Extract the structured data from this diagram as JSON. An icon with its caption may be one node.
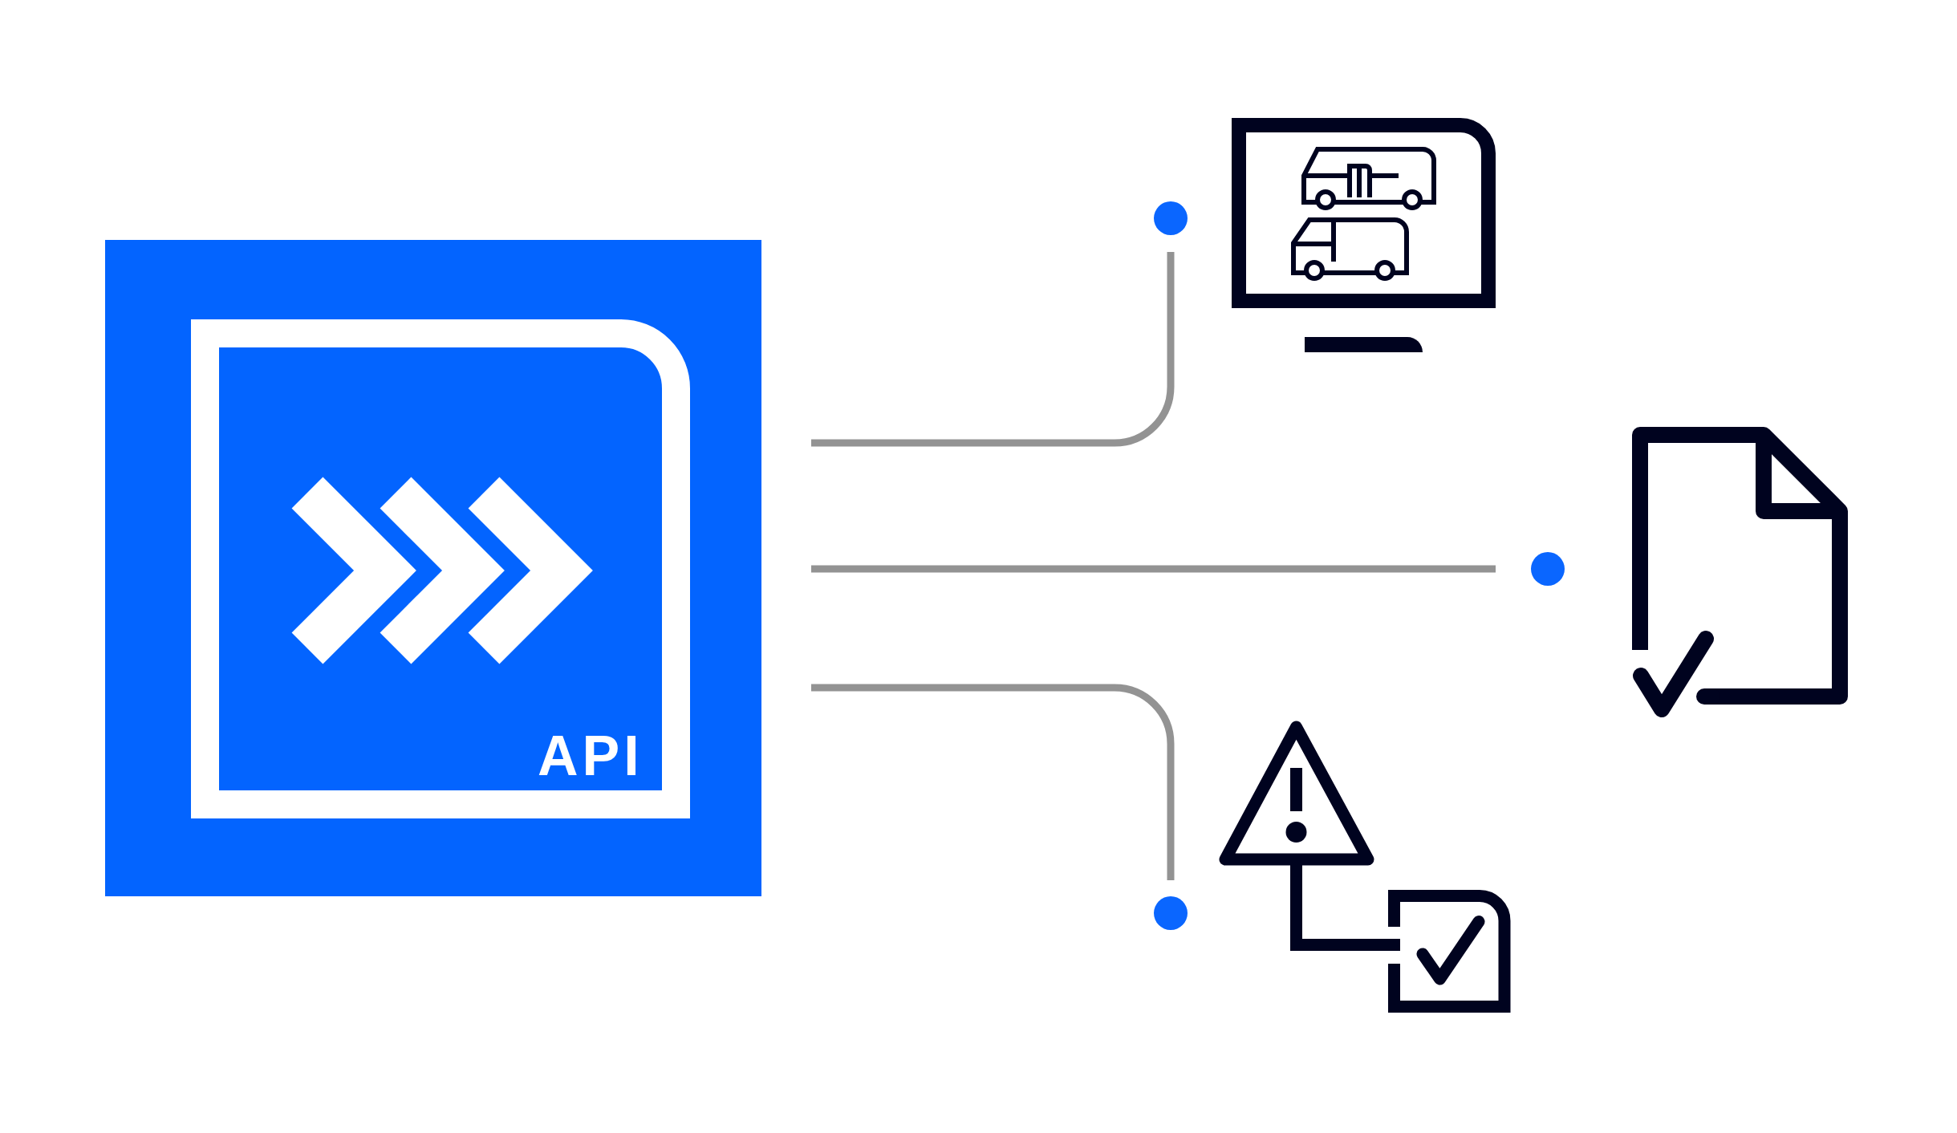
{
  "diagram": {
    "nodes": [
      {
        "text": [
          "API"
        ]
      },
      {
        "text": [],
        "shape": "circle"
      },
      {
        "text": [],
        "shape": "picture"
      },
      {
        "text": [],
        "shape": "circle"
      },
      {
        "text": [],
        "shape": "picture"
      },
      {
        "text": [],
        "shape": "circle"
      },
      {
        "text": [],
        "shape": "picture"
      }
    ],
    "edges": [
      {
        "from": 0,
        "to": 1,
        "arrow": "none"
      },
      {
        "from": 0,
        "to": 3,
        "arrow": "none"
      },
      {
        "from": 0,
        "to": 5,
        "arrow": "none"
      }
    ]
  }
}
